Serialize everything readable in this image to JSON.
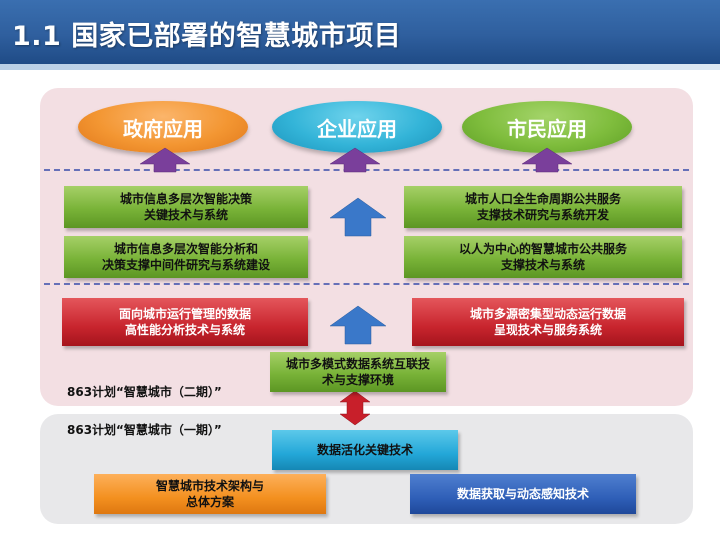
{
  "header": {
    "title": "1.1 国家已部署的智慧城市项目"
  },
  "applications": {
    "government": "政府应用",
    "enterprise": "企业应用",
    "citizen": "市民应用"
  },
  "green_boxes": {
    "left_top": "城市信息多层次智能决策\n关键技术与系统",
    "left_bottom": "城市信息多层次智能分析和\n决策支撑中间件研究与系统建设",
    "right_top": "城市人口全生命周期公共服务\n支撑技术研究与系统开发",
    "right_bottom": "以人为中心的智慧城市公共服务\n支撑技术与系统"
  },
  "red_boxes": {
    "left": "面向城市运行管理的数据\n高性能分析技术与系统",
    "right": "城市多源密集型动态运行数据\n呈现技术与服务系统"
  },
  "center_green_box": "城市多模式数据系统互联技\n术与支撑环境",
  "plan_labels": {
    "phase2": "863计划“智慧城市（二期）”",
    "phase1": "863计划“智慧城市（一期）”"
  },
  "phase1_boxes": {
    "data_activation": "数据活化关键技术",
    "architecture": "智慧城市技术架构与\n总体方案",
    "data_acquisition": "数据获取与动态感知技术"
  },
  "colors": {
    "header": "#2f5f9e",
    "panel_top": "#f3dfe3",
    "panel_bottom": "#e8e8ea",
    "arrow_purple": "#7a3f9b",
    "arrow_blue": "#3a78c9",
    "arrow_red": "#c81f2a"
  }
}
